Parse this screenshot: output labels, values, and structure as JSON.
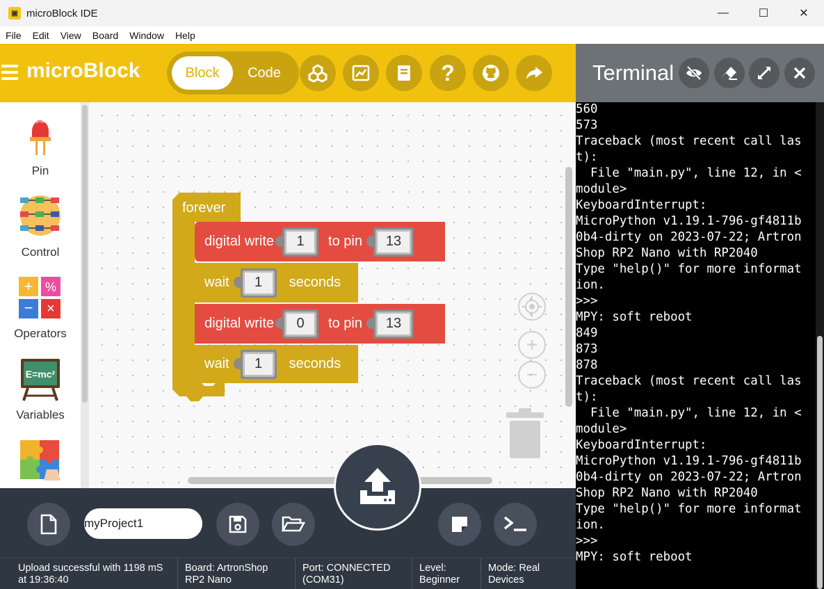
{
  "window": {
    "title": "microBlock IDE",
    "controls": [
      "—",
      "☐",
      "✕"
    ]
  },
  "menu": [
    "File",
    "Edit",
    "View",
    "Board",
    "Window",
    "Help"
  ],
  "toolbar": {
    "brand": "microBlock",
    "mode_block": "Block",
    "mode_code": "Code"
  },
  "palette": {
    "categories": [
      "Pin",
      "Control",
      "Operators",
      "Variables"
    ]
  },
  "script": {
    "forever_label": "forever",
    "blocks": [
      {
        "label": "digital write",
        "value": "1",
        "to_label": "to pin",
        "pin": "13"
      },
      {
        "label": "wait",
        "value": "1",
        "unit": "seconds"
      },
      {
        "label": "digital write",
        "value": "0",
        "to_label": "to pin",
        "pin": "13"
      },
      {
        "label": "wait",
        "value": "1",
        "unit": "seconds"
      }
    ]
  },
  "bottom": {
    "project_name": "myProject1"
  },
  "status": {
    "upload_line1": "Upload successful with 1198 mS",
    "upload_line2": "at 19:36:40",
    "board_line1": "Board: ArtronShop",
    "board_line2": "RP2 Nano",
    "port_line1": "Port: CONNECTED",
    "port_line2": "(COM31)",
    "level_line1": "Level:",
    "level_line2": "Beginner",
    "mode_line1": "Mode: Real",
    "mode_line2": "Devices"
  },
  "terminal": {
    "title": "Terminal",
    "lines": [
      "560",
      "573",
      "Traceback (most recent call las",
      "t):",
      "  File \"main.py\", line 12, in <",
      "module>",
      "KeyboardInterrupt:",
      "MicroPython v1.19.1-796-gf4811b",
      "0b4-dirty on 2023-07-22; Artron",
      "Shop RP2 Nano with RP2040",
      "Type \"help()\" for more informat",
      "ion.",
      ">>>",
      "MPY: soft reboot",
      "849",
      "873",
      "878",
      "Traceback (most recent call las",
      "t):",
      "  File \"main.py\", line 12, in <",
      "module>",
      "KeyboardInterrupt:",
      "MicroPython v1.19.1-796-gf4811b",
      "0b4-dirty on 2023-07-22; Artron",
      "Shop RP2 Nano with RP2040",
      "Type \"help()\" for more informat",
      "ion.",
      ">>>",
      "MPY: soft reboot"
    ]
  },
  "colors": {
    "toolbar_yellow": "#f0c20e",
    "terminal_header": "#6c7275",
    "bottom_bar": "#2f3742",
    "block_red": "#e44c41",
    "block_gold": "#d1a91a"
  },
  "icons": {
    "toolbar": [
      "extension-icon",
      "graph-icon",
      "book-icon",
      "help-icon",
      "github-icon",
      "share-icon"
    ],
    "terminal": [
      "eye-off-icon",
      "eraser-icon",
      "expand-icon",
      "close-icon"
    ],
    "bottom": [
      "new-file-icon",
      "save-icon",
      "open-folder-icon",
      "upload-icon",
      "note-icon",
      "terminal-icon"
    ]
  }
}
